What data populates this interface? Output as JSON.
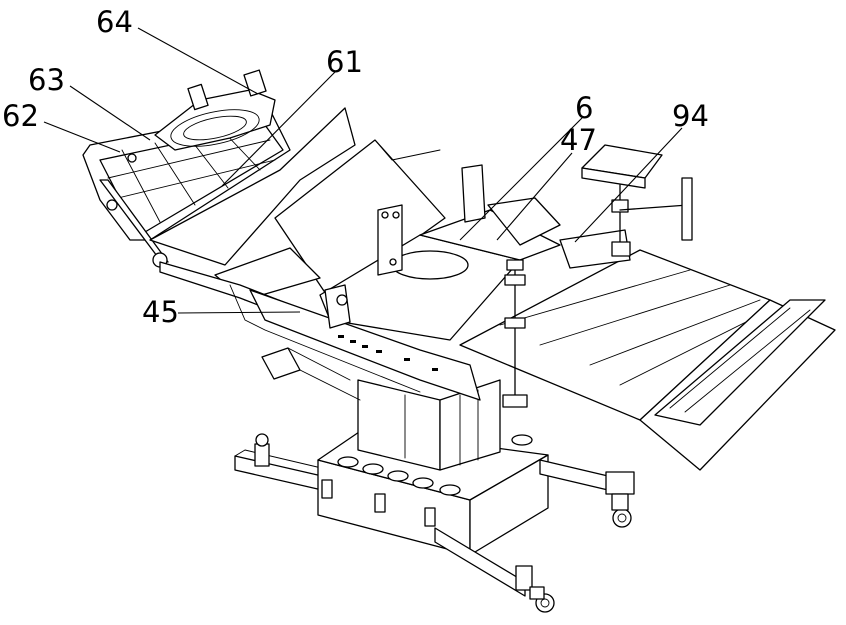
{
  "figure": {
    "callouts": {
      "c64": "64",
      "c63": "63",
      "c62": "62",
      "c61": "61",
      "c6": "6",
      "c47": "47",
      "c94": "94",
      "c45": "45"
    }
  }
}
